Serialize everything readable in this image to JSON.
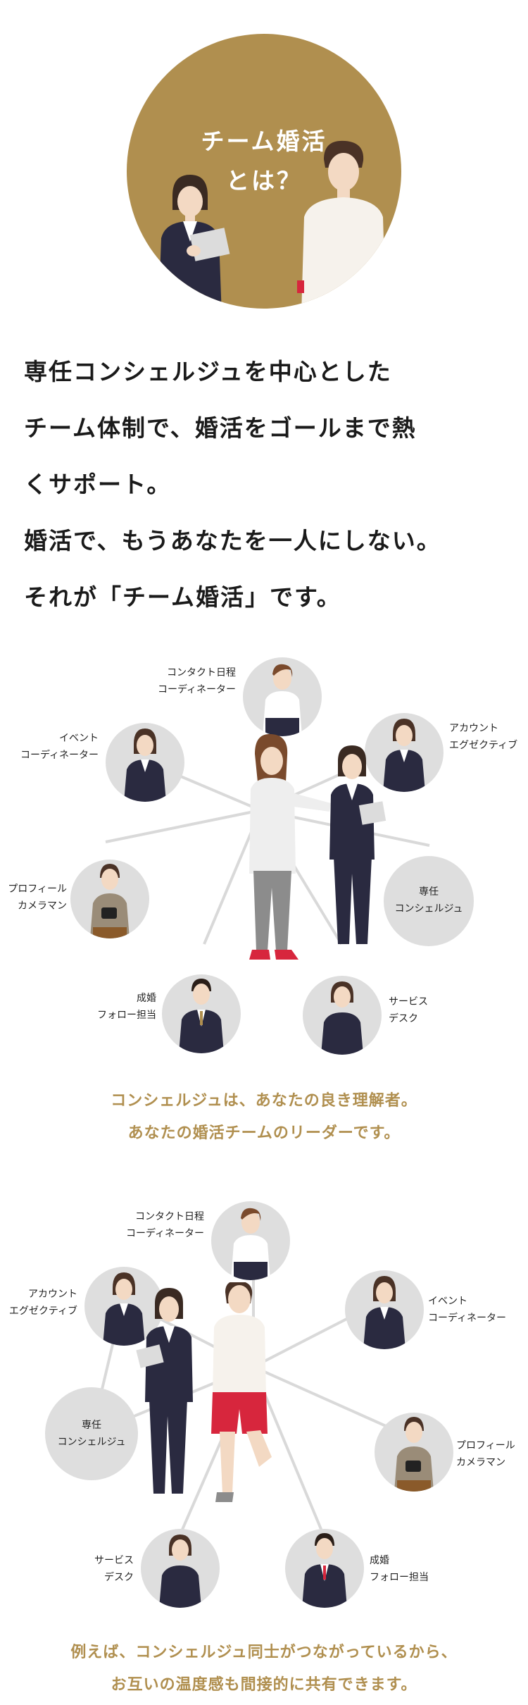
{
  "hero": {
    "title_line1": "チーム婚活",
    "title_line2": "とは？",
    "circle_color": "#b08f4f"
  },
  "intro": {
    "lines": [
      "専任コンシェルジュを中心とした",
      "チーム体制で、婚活をゴールまで熱",
      "くサポート。",
      "婚活で、もうあなたを一人にしない。",
      "それが「チーム婚活」です。"
    ]
  },
  "diagram1": {
    "nodes": {
      "contact": [
        "コンタクト日程",
        "コーディネーター"
      ],
      "event": [
        "イベント",
        "コーディネーター"
      ],
      "account": [
        "アカウント",
        "エグゼクティブ"
      ],
      "camera": [
        "プロフィール",
        "カメラマン"
      ],
      "concierge": [
        "専任",
        "コンシェルジュ"
      ],
      "follow": [
        "成婚",
        "フォロー担当"
      ],
      "service": [
        "サービス",
        "デスク"
      ]
    },
    "caption": [
      "コンシェルジュは、あなたの良き理解者。",
      "あなたの婚活チームのリーダーです。"
    ]
  },
  "diagram2": {
    "nodes": {
      "contact": [
        "コンタクト日程",
        "コーディネーター"
      ],
      "account": [
        "アカウント",
        "エグゼクティブ"
      ],
      "event": [
        "イベント",
        "コーディネーター"
      ],
      "concierge": [
        "専任",
        "コンシェルジュ"
      ],
      "camera": [
        "プロフィール",
        "カメラマン"
      ],
      "service": [
        "サービス",
        "デスク"
      ],
      "follow": [
        "成婚",
        "フォロー担当"
      ]
    },
    "caption": [
      "例えば、コンシェルジュ同士がつながっているから、",
      "お互いの温度感も間接的に共有できます。"
    ]
  },
  "colors": {
    "accent": "#b08f4f",
    "node_bg": "#dedede",
    "suit": "#2a2a40",
    "shirt_red": "#d7263d"
  }
}
